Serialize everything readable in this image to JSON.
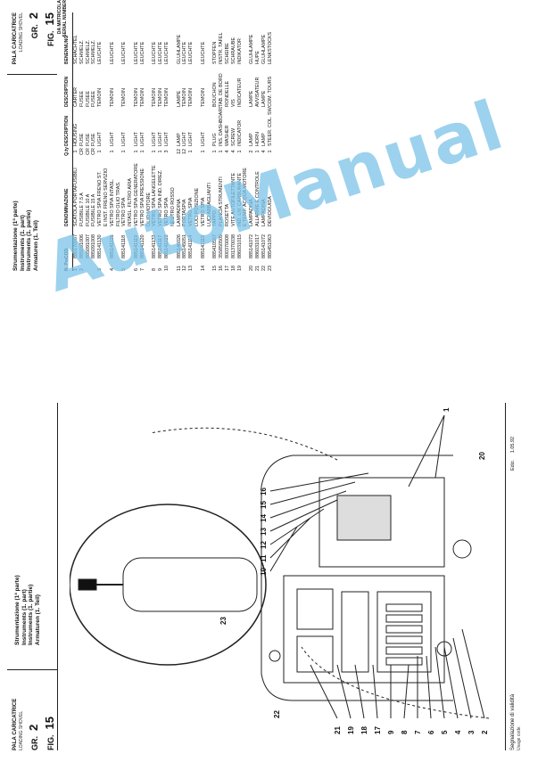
{
  "header_left": {
    "company": "PALA CARICATRICE",
    "company_sub": "LOADING SHOVEL",
    "group_label": "GR.",
    "group_number": "2",
    "fig_label": "FIG.",
    "fig_number": "15",
    "titles": [
      "Strumentazione (1ª parte)",
      "Instruments (1. part)",
      "Instruments (1. partie)",
      "Armaturen (1. Teil)"
    ]
  },
  "header_right": {
    "titles": [
      "Strumentazione (1ª parte)",
      "Instruments (1. part)",
      "Instruments (1. partie)",
      "Armaturen (1. Teil)"
    ],
    "company": "PALA CARICATRICE",
    "company_sub": "LOADING SHOVEL",
    "group_label": "GR.",
    "group_number": "2",
    "fig_label": "FIG.",
    "fig_number": "15",
    "serial": [
      "DA MATRICOLA",
      "SERIAL NUMBER"
    ]
  },
  "table": {
    "columns": [
      "N. Pos.",
      "COD.",
      "DENOMINAZIONE",
      "Q.ty",
      "DESCRIPTION",
      "DESCRIPTION",
      "BENENNUNG"
    ],
    "rows": [
      [
        "1",
        "885170007",
        "SCATOLA PORTAFUSIBILI",
        "1",
        "HOUSING",
        "CARTER",
        "SCHACHTEL"
      ],
      [
        "2",
        "885091006",
        "FUSIBILE 7.5 A",
        "CR",
        "FUSE",
        "FUSEE",
        "SCHMELZ."
      ],
      [
        "",
        "885091007",
        "FUSIBILE 10 A",
        "CR",
        "FUSE",
        "FUSEE",
        "SCHMELZ."
      ],
      [
        "",
        "885091008",
        "FUSIBILE 15 A",
        "CR",
        "FUSE",
        "FUSEE",
        "SCHMELZ."
      ],
      [
        "3",
        "885141130",
        "VETRO SPIA FRENO ST.",
        "1",
        "LIGHT",
        "TEMOIN",
        "LEUCHTE"
      ],
      [
        "",
        "",
        "E INST. FRENO SERVIZIO",
        "",
        "",
        "",
        ""
      ],
      [
        "4",
        "885141126",
        "VETRO SPIA INTASL.",
        "1",
        "LIGHT",
        "TEMOIN",
        "LEUCHTE"
      ],
      [
        "",
        "",
        "FILTRO OLIO TRAS.",
        "",
        "",
        "",
        ""
      ],
      [
        "5",
        "885141118",
        "VETRO SPIA",
        "1",
        "LIGHT",
        "TEMOIN",
        "LEUCHTE"
      ],
      [
        "",
        "",
        "INTASL. FILTRO ARIA",
        "",
        "",
        "",
        ""
      ],
      [
        "6",
        "885141119",
        "VETRO SPIA GENERATORE",
        "1",
        "LIGHT",
        "TEMOIN",
        "LEUCHTE"
      ],
      [
        "7",
        "885141120",
        "VETRO SPIA PRESSIONE",
        "1",
        "LIGHT",
        "TEMOIN",
        "LEUCHTE"
      ],
      [
        "",
        "",
        "OLIO MOTORE",
        "",
        "",
        "",
        ""
      ],
      [
        "8",
        "885141132",
        "VETRO SPIA LANGELETTE",
        "1",
        "LIGHT",
        "TEMOIN",
        "LEUCHTE"
      ],
      [
        "9",
        "885141117",
        "VETRO SPIA IND. DIREZ.",
        "1",
        "LIGHT",
        "TEMOIN",
        "LEUCHTE"
      ],
      [
        "10",
        "885141123",
        "VETRO SPIA",
        "3",
        "LIGHT",
        "TEMOIN",
        "LEUCHTE"
      ],
      [
        "",
        "",
        "NEUTRO ROSSO",
        "",
        "",
        "",
        ""
      ],
      [
        "11",
        "885146026",
        "LAMPADINA",
        "12",
        "LAMP",
        "LAMPE",
        "GLUHLAMPE"
      ],
      [
        "12",
        "885145051",
        "PORTASPIA",
        "12",
        "LIGHT",
        "TEMOIN",
        "LEUCHTE"
      ],
      [
        "13",
        "885141114",
        "VETRO SPIA",
        "1",
        "LIGHT",
        "TEMOIN",
        "LEUCHTE"
      ],
      [
        "",
        "",
        "LUCI POSIZIONE",
        "",
        "",
        "",
        ""
      ],
      [
        "14",
        "885141115",
        "VETRO SPIA",
        "1",
        "LIGHT",
        "TEMOIN",
        "LEUCHTE"
      ],
      [
        "",
        "",
        "LUCI ABBAGLIANTI",
        "",
        "",
        "",
        ""
      ],
      [
        "15",
        "885410557",
        "TAPPO",
        "1",
        "PLUG",
        "BOUCHON",
        "STOPFEN"
      ],
      [
        "16",
        "355850509",
        "PLANCIA STRUMENTI",
        "1",
        "INS. DASHBOARD",
        "TAB. DE BORD",
        "INSTR. TAFEL"
      ],
      [
        "17",
        "800370008",
        "ROSETTA",
        "4",
        "WASHER",
        "RONDELLE",
        "SCHEIBE"
      ],
      [
        "18",
        "801370038",
        "VITE AUTOFILETTANTE",
        "4",
        "SCREW",
        "VIS",
        "SCHRAUBE"
      ],
      [
        "19",
        "886031015",
        "IND. LIV. CARBURANTE",
        "1",
        "INDICATOR",
        "INDICATEUR",
        "INDIKATOR"
      ],
      [
        "",
        "",
        "E TEMP. ACQUA MOTORE",
        "",
        "",
        "",
        ""
      ],
      [
        "20",
        "885141072",
        "LAMPADINA",
        "2",
        "LAMP",
        "LAMPE",
        "GLUHLAMPE"
      ],
      [
        "21",
        "886031017",
        "ALLARME E CONTROLE",
        "1",
        "HORN",
        "AVVISATEUR",
        "HUPE"
      ],
      [
        "22",
        "885141072",
        "LAMPADINA",
        "4",
        "LAMP",
        "LAMPE",
        "GLUHLAMPE"
      ],
      [
        "23",
        "885451063",
        "DEVIOGUIDA",
        "1",
        "STEER. COL. SW.",
        "COM. TOURS",
        "LENKSTOCKS"
      ]
    ]
  },
  "diagram": {
    "callouts_top": [
      "10",
      "11",
      "12",
      "13",
      "14",
      "15",
      "16"
    ],
    "callouts_left": [
      "21",
      "19",
      "18",
      "17",
      "9",
      "8",
      "7",
      "6",
      "5",
      "4",
      "3",
      "2"
    ],
    "callout_20": "20",
    "callout_22": "22",
    "callout_23": "23",
    "callout_1": "1"
  },
  "footer": {
    "left_line1": "Segnalazione di validità",
    "left_line2": "Usage code",
    "date_label": "Ediz.",
    "date_value": "1.05.92"
  },
  "watermark": "AutoManual",
  "colors": {
    "watermark": "#7cc3e8",
    "ink": "#111111"
  }
}
